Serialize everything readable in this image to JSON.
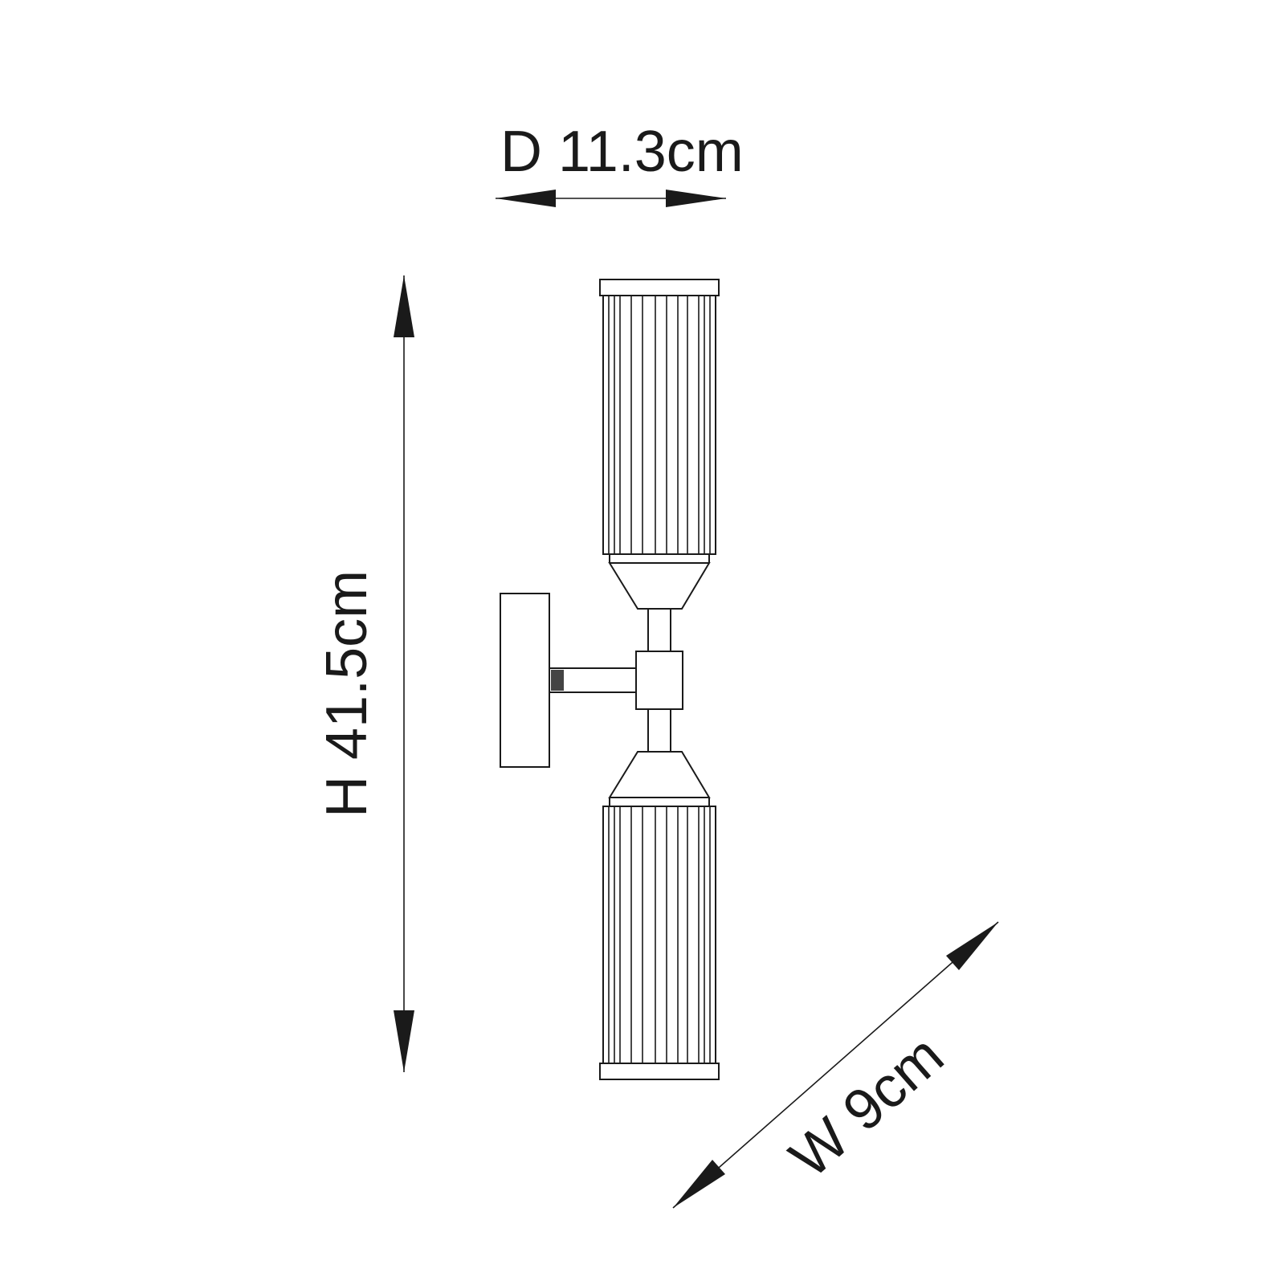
{
  "dimensions": {
    "depth": "D 11.3cm",
    "height": "H 41.5cm",
    "width": "W 9cm"
  },
  "colors": {
    "line": "#1a1a1a",
    "background": "#ffffff"
  }
}
